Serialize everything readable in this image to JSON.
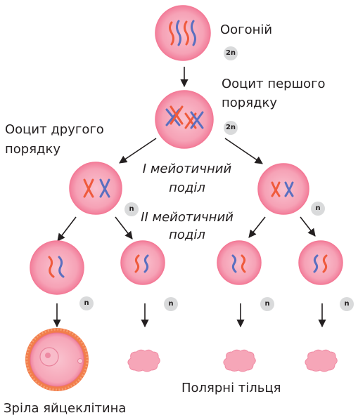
{
  "labels": {
    "oogonium": "Оогоній",
    "oocyte1_line1": "Ооцит першого",
    "oocyte1_line2": "порядку",
    "oocyte2_line1": "Ооцит другого",
    "oocyte2_line2": "порядку",
    "meiosis1_line1": "I мейотичний",
    "meiosis1_line2": "поділ",
    "meiosis2_line1": "II мейотичний",
    "meiosis2_line2": "поділ",
    "polar_bodies": "Полярні тільця",
    "mature_egg": "Зріла яйцеклітина"
  },
  "ploidy": {
    "oogonium": "2n",
    "oocyte1": "2n",
    "oocyte2_left": "n",
    "oocyte2_right": "n",
    "cell3_1": "n",
    "cell3_2": "n",
    "cell3_3": "n",
    "cell3_4": "n"
  },
  "colors": {
    "cell_fill": "#f6a2b6",
    "cell_edge": "#f47a96",
    "chromosome_red": "#ef5a3c",
    "chromosome_blue": "#5a6fc0",
    "arrow": "#231f20",
    "badge": "#d9dadb",
    "egg_ring": "#f07f4e"
  }
}
